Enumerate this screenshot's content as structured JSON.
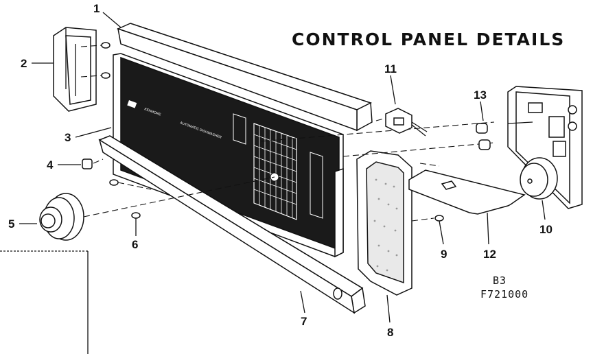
{
  "diagram": {
    "title": "CONTROL PANEL DETAILS",
    "ref_code_line1": "B3",
    "ref_code_line2": "F721000",
    "panel_brand_text": "KENMORE",
    "panel_model_text": "AUTOMATIC DISHWASHER",
    "callouts": {
      "c1": "1",
      "c2": "2",
      "c3": "3",
      "c4": "4",
      "c5": "5",
      "c6": "6",
      "c7": "7",
      "c8": "8",
      "c9": "9",
      "c10": "10",
      "c11": "11",
      "c12": "12",
      "c13": "13"
    },
    "colors": {
      "ink": "#111111",
      "panel_face": "#1a1a1a",
      "paper": "#ffffff"
    }
  }
}
